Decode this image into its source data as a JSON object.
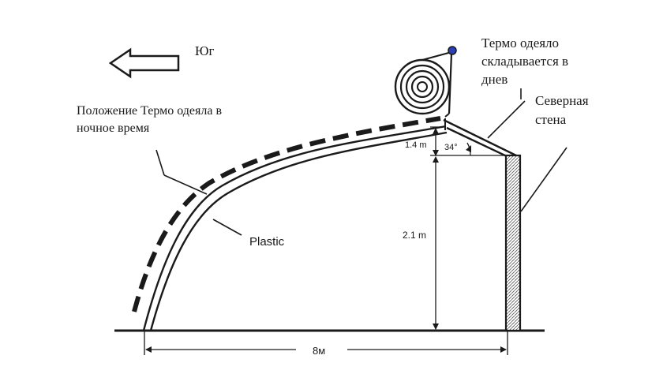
{
  "labels": {
    "south": "Юг",
    "blanket_rolled": [
      "Термо одеяло",
      "складывается в",
      "днев"
    ],
    "blanket_night": [
      "Положение Термо одеяла в",
      "ночное время"
    ],
    "north_wall": [
      "Северная",
      "стена"
    ],
    "plastic": "Plastic",
    "height_upper": "1.4 m",
    "height_lower": "2.1 m",
    "angle": "34°",
    "width": "8м"
  },
  "colors": {
    "ink": "#1a1a1a",
    "roller_knob": "#2b3fb5"
  }
}
